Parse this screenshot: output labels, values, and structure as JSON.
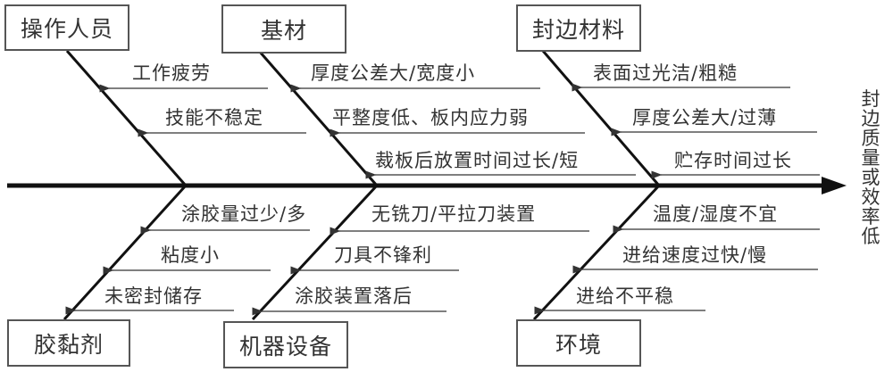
{
  "effect": "封边质量或效率低",
  "categories": {
    "top": [
      {
        "label": "操作人员",
        "causes": [
          "工作疲劳",
          "技能不稳定"
        ]
      },
      {
        "label": "基材",
        "causes": [
          "厚度公差大/宽度小",
          "平整度低、板内应力弱",
          "裁板后放置时间过长/短"
        ]
      },
      {
        "label": "封边材料",
        "causes": [
          "表面过光洁/粗糙",
          "厚度公差大/过薄",
          "贮存时间过长"
        ]
      }
    ],
    "bottom": [
      {
        "label": "胶黏剂",
        "causes": [
          "涂胶量过少/多",
          "粘度小",
          "未密封储存"
        ]
      },
      {
        "label": "机器设备",
        "causes": [
          "无铣刀/平拉刀装置",
          "刀具不锋利",
          "涂胶装置落后"
        ]
      },
      {
        "label": "环境",
        "causes": [
          "温度/湿度不宜",
          "进给速度过快/慢",
          "进给不平稳"
        ]
      }
    ]
  },
  "colors": {
    "line": "#111111",
    "sub_line": "#555555",
    "text": "#333333"
  }
}
